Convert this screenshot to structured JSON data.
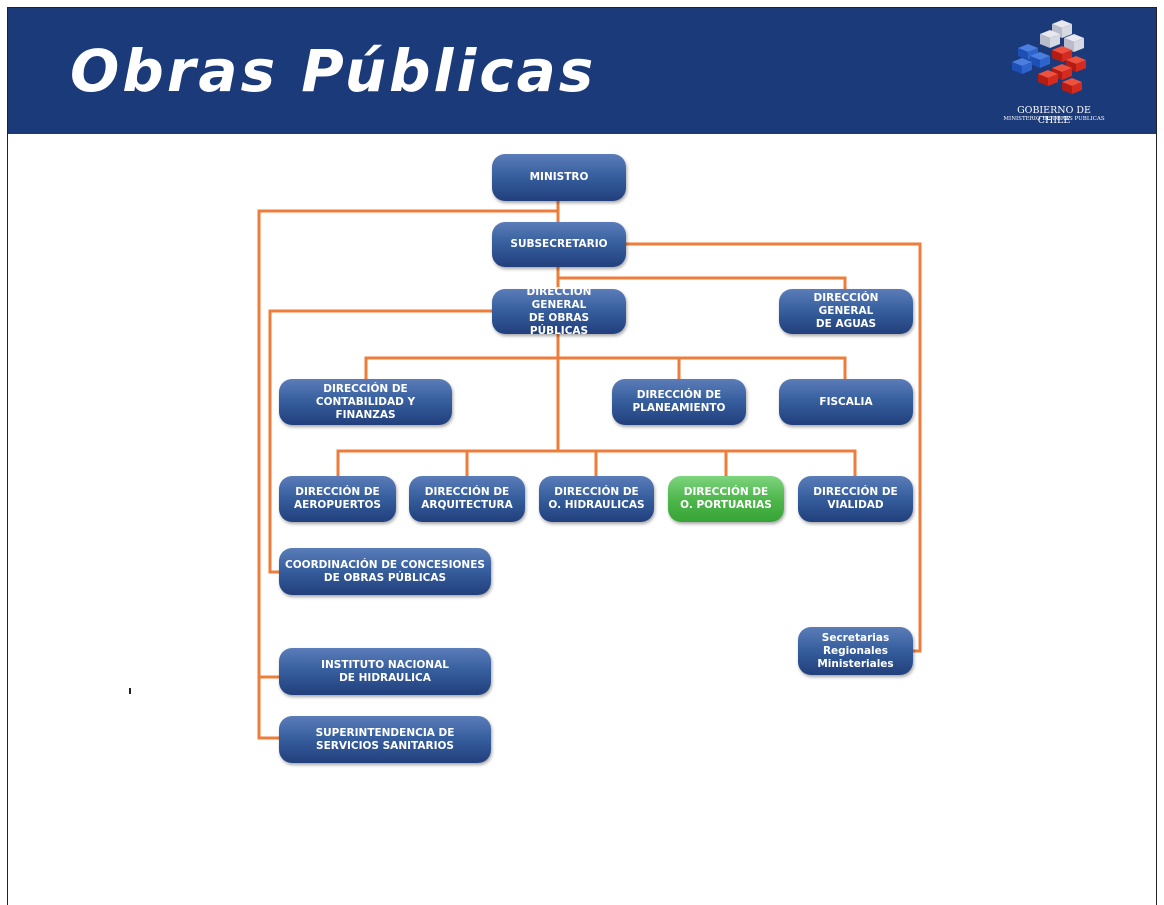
{
  "header": {
    "title": "Obras Públicas",
    "logo": {
      "name": "GOBIERNO DE CHILE",
      "subtitle": "MINISTERIO DE OBRAS PUBLICAS",
      "colors": [
        "#d52b1e",
        "#ffffff",
        "#0039a6"
      ]
    },
    "background": "#1b3a7a"
  },
  "org": {
    "ministro": "MINISTRO",
    "subsecretario": "SUBSECRETARIO",
    "dgop": "DIRECCIÓN GENERAL\nDE OBRAS PÚBLICAS",
    "dga": "DIRECCIÓN GENERAL\nDE AGUAS",
    "contabilidad": "DIRECCIÓN DE\nCONTABILIDAD Y FINANZAS",
    "planeamiento": "DIRECCIÓN DE\nPLANEAMIENTO",
    "fiscalia": "FISCALIA",
    "aeropuertos": "DIRECCIÓN DE\nAEROPUERTOS",
    "arquitectura": "DIRECCIÓN DE\nARQUITECTURA",
    "hidraulicas": "DIRECCIÓN DE\nO. HIDRAULICAS",
    "portuarias": "DIRECCIÓN DE\nO. PORTUARIAS",
    "vialidad": "DIRECCIÓN DE\nVIALIDAD",
    "concesiones": "COORDINACIÓN DE CONCESIONES\nDE OBRAS PÚBLICAS",
    "seremi": "Secretarias\nRegionales\nMinisteriales",
    "inh": "INSTITUTO NACIONAL\nDE HIDRAULICA",
    "siss": "SUPERINTENDENCIA DE\nSERVICIOS SANITARIOS"
  },
  "colors": {
    "connector": "#ee7d3b",
    "node": "#2d4f8f",
    "highlight": "#4fb74d"
  }
}
